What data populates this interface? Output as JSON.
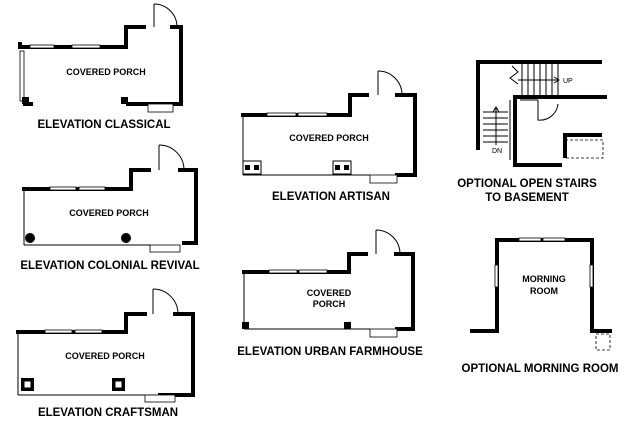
{
  "plans": [
    {
      "room_label": "COVERED PORCH",
      "caption": "ELEVATION CLASSICAL"
    },
    {
      "room_label": "COVERED PORCH",
      "caption": "ELEVATION COLONIAL REVIVAL"
    },
    {
      "room_label": "COVERED PORCH",
      "caption": "ELEVATION CRAFTSMAN"
    },
    {
      "room_label": "COVERED PORCH",
      "caption": "ELEVATION ARTISAN"
    },
    {
      "room_label_line1": "COVERED",
      "room_label_line2": "PORCH",
      "caption": "ELEVATION URBAN FARMHOUSE"
    }
  ],
  "stairs": {
    "caption_line1": "OPTIONAL OPEN STAIRS",
    "caption_line2": "TO BASEMENT",
    "up_label": "UP",
    "down_label": "DN"
  },
  "morning": {
    "room_label_line1": "MORNING",
    "room_label_line2": "ROOM",
    "caption": "OPTIONAL MORNING ROOM"
  }
}
